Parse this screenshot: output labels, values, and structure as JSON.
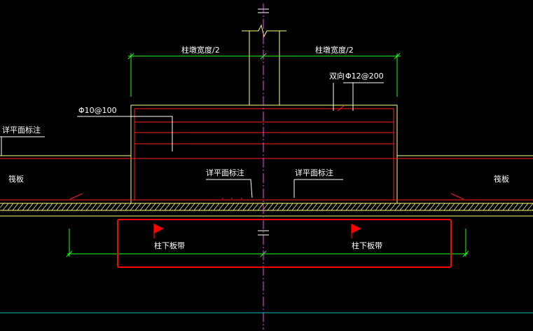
{
  "labels": {
    "col_half_width_left": "柱墩宽度/2",
    "col_half_width_right": "柱墩宽度/2",
    "two_way": "双向",
    "rebar_top": "Φ12@200",
    "rebar_side": "Φ10@100",
    "see_plan_left": "详平面标注",
    "see_plan_mid": "详平面标注",
    "see_plan_right": "详平面标注",
    "raft_left": "筏板",
    "raft_right": "筏板",
    "strip_left": "柱下板带",
    "strip_right": "柱下板带"
  },
  "colors": {
    "background": "#000000",
    "outline": "#ffff80",
    "rebar": "#ff2020",
    "dimension": "#20ff20",
    "leader": "#ffffff",
    "centerline": "#ff40ff",
    "selection": "#ff0000",
    "flag": "#ff0000",
    "bottom_line": "#00c0c0"
  },
  "icons": {
    "flag_left": "flag-icon",
    "flag_right": "flag-icon",
    "break_symbol": "break-line-icon"
  }
}
